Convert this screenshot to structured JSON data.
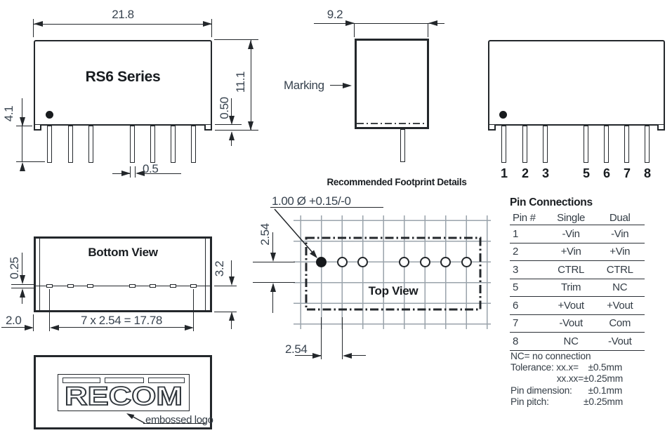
{
  "front_view": {
    "title": "RS6 Series",
    "dim_width": "21.8",
    "dim_height": "11.1",
    "dim_standoff": "0.50",
    "dim_pin_length": "4.1",
    "dim_pin_width": "0.5"
  },
  "side_view": {
    "dim_width": "9.2",
    "marking_label": "Marking"
  },
  "back_view": {
    "pin_labels": [
      "1",
      "2",
      "3",
      "5",
      "6",
      "7",
      "8"
    ]
  },
  "bottom_view": {
    "title": "Bottom View",
    "dim_pin_thickness": "0.25",
    "dim_depth": "3.2",
    "dim_edge_to_pin": "2.0",
    "dim_pin_row": "7 x 2.54 = 17.78"
  },
  "footprint": {
    "title": "Recommended Footprint Details",
    "hole_spec": "1.00 Ø +0.15/-0",
    "view_label": "Top View",
    "dim_row_pitch": "2.54",
    "dim_col_pitch": "2.54"
  },
  "pin_table": {
    "title": "Pin Connections",
    "headers": [
      "Pin #",
      "Single",
      "Dual"
    ],
    "rows": [
      [
        "1",
        "-Vin",
        "-Vin"
      ],
      [
        "2",
        "+Vin",
        "+Vin"
      ],
      [
        "3",
        "CTRL",
        "CTRL"
      ],
      [
        "5",
        "Trim",
        "NC"
      ],
      [
        "6",
        "+Vout",
        "+Vout"
      ],
      [
        "7",
        "-Vout",
        "Com"
      ],
      [
        "8",
        "NC",
        "-Vout"
      ]
    ]
  },
  "notes": {
    "nc": "NC= no connection",
    "rows": [
      {
        "label": "Tolerance: xx.x=",
        "value": "±0.5mm"
      },
      {
        "label": "xx.xx=",
        "value": "±0.25mm"
      },
      {
        "label": "Pin dimension:",
        "value": "±0.1mm"
      },
      {
        "label": "Pin pitch:",
        "value": "±0.25mm"
      }
    ]
  },
  "logo": {
    "text": "RECOM",
    "caption": "embossed logo"
  },
  "colors": {
    "ink": "#38434f",
    "line": "#23272b",
    "grid": "#9aa3ab"
  }
}
